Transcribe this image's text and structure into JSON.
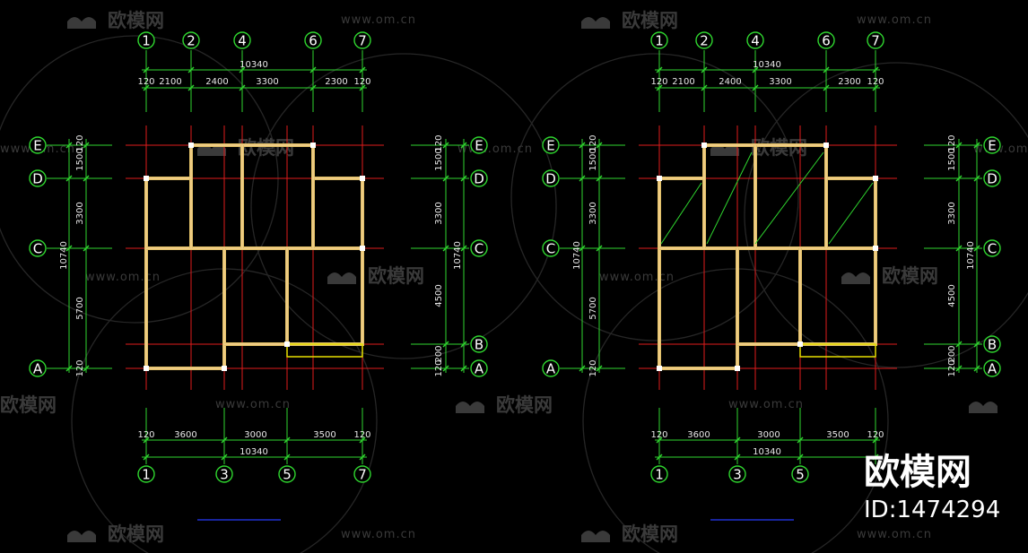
{
  "colors": {
    "background": "#000000",
    "axis": "#e01b1b",
    "dim": "#2fd62f",
    "wall_outer": "#e0c068",
    "wall_inner": "#ffd9a0",
    "text": "#ffffff",
    "watermark": "#3a3a3a",
    "blue": "#2030d0",
    "yellow": "#e8e000"
  },
  "watermark": {
    "text": "欧模网",
    "url": "www.om.cn"
  },
  "branding": {
    "name": "欧模网",
    "id_text": "ID:1474294"
  },
  "plans": [
    {
      "id": "left",
      "top_axes": [
        "1",
        "2",
        "4",
        "6",
        "7"
      ],
      "bottom_axes": [
        "1",
        "3",
        "5",
        "7"
      ],
      "row_axes_left": [
        "E",
        "D",
        "C",
        "A"
      ],
      "row_axes_right": [
        "E",
        "D",
        "C",
        "B",
        "A"
      ],
      "top_total": "10340",
      "top_dims": [
        "120",
        "2100",
        "2400",
        "3300",
        "2300",
        "120"
      ],
      "bottom_total": "10340",
      "bottom_dims": [
        "120",
        "3600",
        "3000",
        "3500",
        "120"
      ],
      "left_total": "10740",
      "left_dims": [
        "1500",
        "120",
        "3300",
        "5700",
        "120"
      ],
      "right_total": "10740",
      "right_dims": [
        "1500",
        "120",
        "3300",
        "4500",
        "120",
        "200"
      ]
    },
    {
      "id": "right",
      "top_axes": [
        "1",
        "2",
        "4",
        "6",
        "7"
      ],
      "bottom_axes": [
        "1",
        "3",
        "5"
      ],
      "row_axes_left": [
        "E",
        "D",
        "C",
        "A"
      ],
      "row_axes_right": [
        "E",
        "D",
        "C",
        "B",
        "A"
      ],
      "top_total": "10340",
      "top_dims": [
        "120",
        "2100",
        "2400",
        "3300",
        "2300",
        "120"
      ],
      "bottom_total": "10340",
      "bottom_dims": [
        "120",
        "3600",
        "3000",
        "3500",
        "120"
      ],
      "left_total": "10740",
      "left_dims": [
        "1500",
        "120",
        "3300",
        "5700",
        "120"
      ],
      "right_total": "10740",
      "right_dims": [
        "1500",
        "120",
        "3300",
        "4500",
        "120",
        "200"
      ]
    }
  ]
}
